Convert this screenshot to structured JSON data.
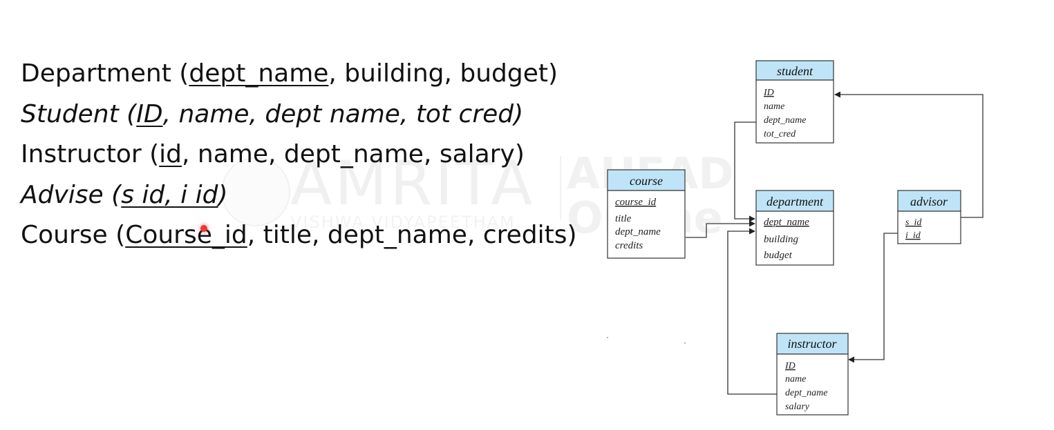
{
  "schemas": {
    "department": {
      "name": "Department",
      "key": "dept_name",
      "rest": ", building, budget)"
    },
    "student": {
      "name": "Student",
      "key": "ID",
      "rest": ", name, dept name, tot cred)"
    },
    "instructor": {
      "name": "Instructor",
      "key": "id",
      "rest": ", name, dept_name, salary)"
    },
    "advise": {
      "name": "Advise",
      "key": "s id, i id",
      "rest": ")"
    },
    "course": {
      "name": "Course",
      "key": "Course_id",
      "rest": ", title, dept_name, credits)"
    }
  },
  "watermark": {
    "brand": "AMRITA",
    "sub": "VISHWA VIDYAPEETHAM",
    "right_top": "AHEAD",
    "right_bottom": "Online"
  },
  "diagram": {
    "header_color": "#bfe4f7",
    "tables": {
      "student": {
        "title": "student",
        "attrs": [
          "ID",
          "name",
          "dept_name",
          "tot_cred"
        ]
      },
      "course": {
        "title": "course",
        "attrs": [
          "course_id",
          "title",
          "dept_name",
          "credits"
        ]
      },
      "department": {
        "title": "department",
        "attrs": [
          "dept_name",
          "building",
          "budget"
        ]
      },
      "advisor": {
        "title": "advisor",
        "attrs": [
          "s_id",
          "i_id"
        ]
      },
      "instructor": {
        "title": "instructor",
        "attrs": [
          "ID",
          "name",
          "dept_name",
          "salary"
        ]
      }
    }
  }
}
